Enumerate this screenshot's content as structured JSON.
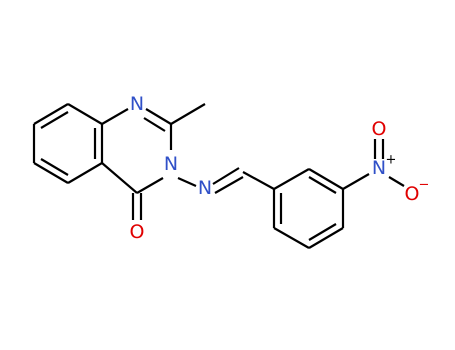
{
  "diagram": {
    "atom_labels": {
      "n_ring_top": "N",
      "n_ring_bottom": "N",
      "n_imine": "N",
      "o_carbonyl": "O",
      "n_nitro": "N",
      "n_nitro_charge": "+",
      "o_nitro_top": "O",
      "o_nitro_bottom": "O",
      "o_nitro_bottom_charge": "−"
    },
    "colors": {
      "bond": "#000000",
      "nitrogen": "#3050c8",
      "oxygen": "#e00000",
      "background": "#ffffff"
    }
  }
}
